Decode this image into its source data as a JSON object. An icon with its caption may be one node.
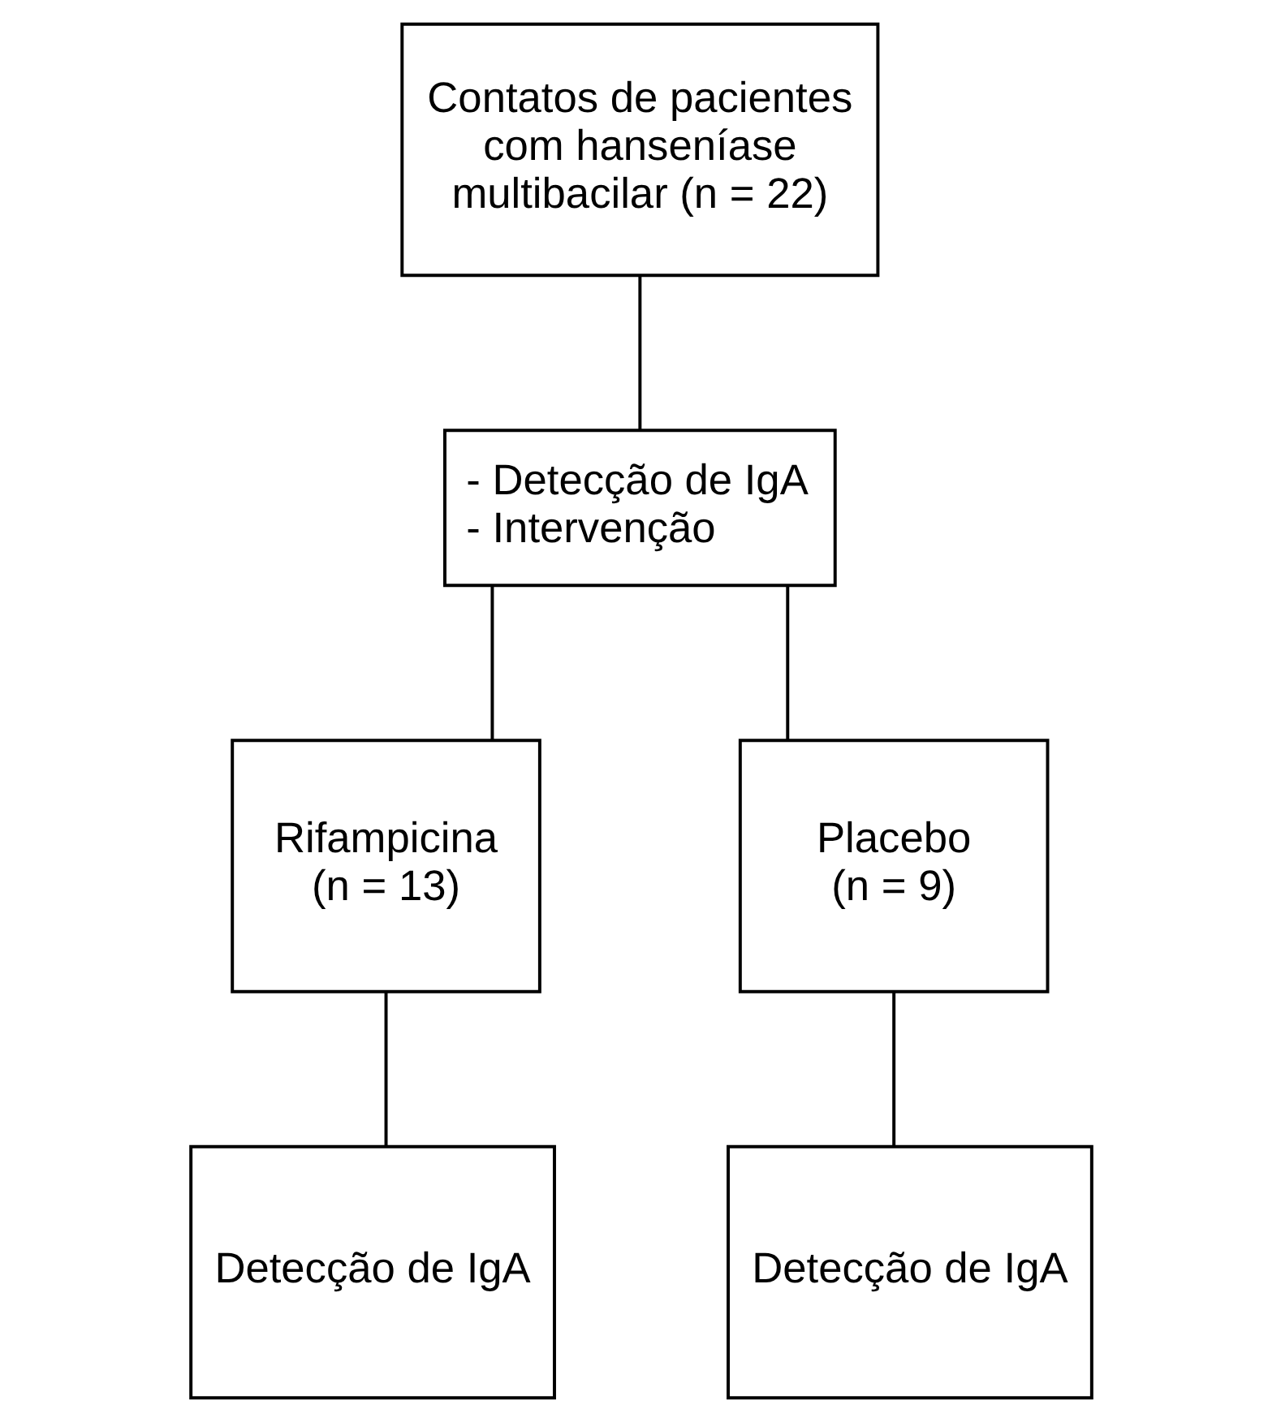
{
  "diagram": {
    "nodes": [
      {
        "text": [
          "Contatos de pacientes com hanseníase multibacilar (n = 22)"
        ]
      },
      {
        "text": [
          "- Detecção de IgA",
          "- Intervenção"
        ]
      },
      {
        "text": [
          "Rifampicina (n = 13)"
        ]
      },
      {
        "text": [
          "Placebo (n = 9)"
        ]
      },
      {
        "text": [
          "Detecção de IgA"
        ]
      },
      {
        "text": [
          "Detecção de IgA"
        ]
      }
    ],
    "edges": [
      {
        "from": 0,
        "to": 1,
        "arrow": "none"
      },
      {
        "from": 1,
        "to": 2,
        "arrow": "none"
      },
      {
        "from": 1,
        "to": 3,
        "arrow": "none"
      },
      {
        "from": 2,
        "to": 4,
        "arrow": "none"
      },
      {
        "from": 3,
        "to": 5,
        "arrow": "none"
      }
    ]
  }
}
